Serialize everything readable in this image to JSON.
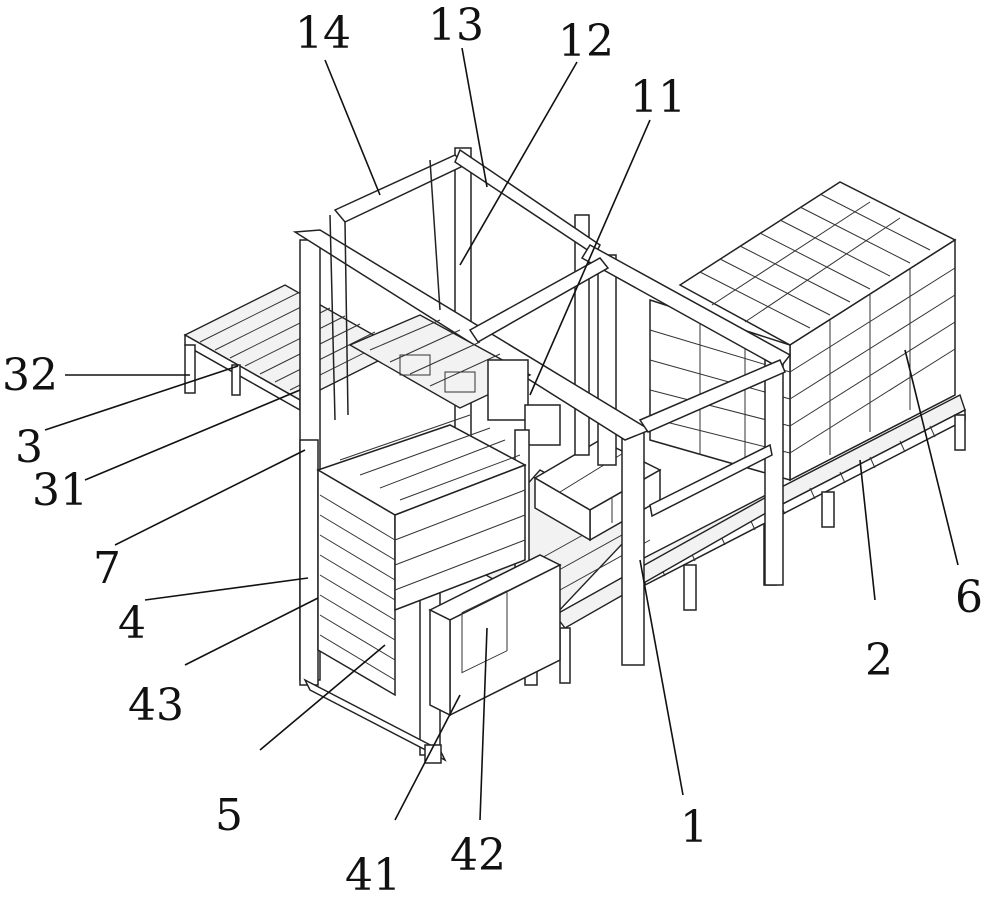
{
  "labels": [
    {
      "id": "1",
      "text": "1"
    },
    {
      "id": "2",
      "text": "2"
    },
    {
      "id": "3",
      "text": "3"
    },
    {
      "id": "4",
      "text": "4"
    },
    {
      "id": "5",
      "text": "5"
    },
    {
      "id": "6",
      "text": "6"
    },
    {
      "id": "7",
      "text": "7"
    },
    {
      "id": "11",
      "text": "11"
    },
    {
      "id": "12",
      "text": "12"
    },
    {
      "id": "13",
      "text": "13"
    },
    {
      "id": "14",
      "text": "14"
    },
    {
      "id": "31",
      "text": "31"
    },
    {
      "id": "32",
      "text": "32"
    },
    {
      "id": "41",
      "text": "41"
    },
    {
      "id": "42",
      "text": "42"
    },
    {
      "id": "43",
      "text": "43"
    }
  ]
}
